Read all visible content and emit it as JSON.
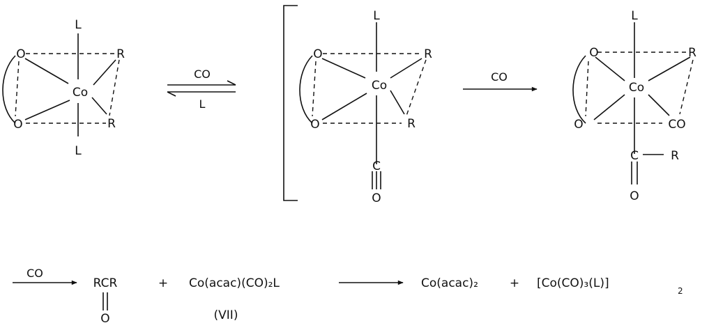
{
  "atoms": {
    "oxygen": "O",
    "cobalt": "Co",
    "alkyl": "R",
    "ligand": "L",
    "carbon": "C",
    "carbonyl": "CO"
  },
  "arrows": {
    "equilibrium_forward": "CO",
    "equilibrium_reverse": "L",
    "insertion": "CO",
    "elimination": "CO"
  },
  "equation": {
    "ketone_top": "RCR",
    "ketone_oxygen": "O",
    "plus_1": "+",
    "intermediate": "Co(acac)(CO)₂L",
    "intermediate_label": "(VII)",
    "product_1": "Co(acac)₂",
    "plus_2": "+",
    "product_2": "[Co(CO)₃(L)]",
    "product_2_subscript": "2"
  }
}
